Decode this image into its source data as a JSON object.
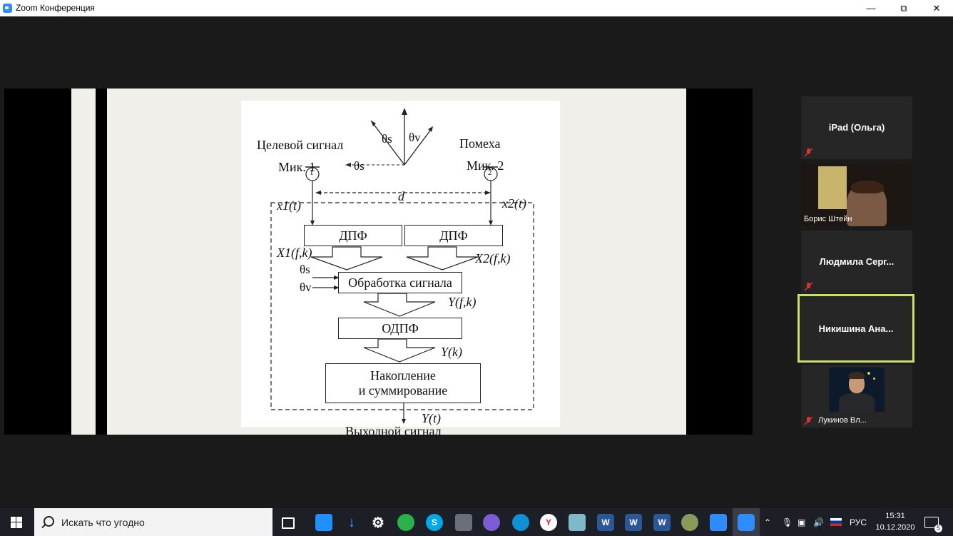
{
  "window": {
    "title": "Zoom Конференция"
  },
  "slide": {
    "target_label": "Целевой сигнал",
    "noise_label": "Помеха",
    "mic1_label": "Мик. 1",
    "mic2_label": "Мик. 2",
    "mic1_num": "1",
    "mic2_num": "2",
    "theta_s": "θs",
    "theta_v": "θv",
    "distance": "d",
    "x1": "x1(t)",
    "x2": "x2(t)",
    "dft1": "ДПФ",
    "dft2": "ДПФ",
    "X1": "X1(f,k)",
    "X2": "X2(f,k)",
    "processing": "Обработка сигнала",
    "Yfk": "Y(f,k)",
    "idft": "ОДПФ",
    "Yk": "Y(k)",
    "accum_line1": "Накопление",
    "accum_line2": "и суммирование",
    "Yt": "Y(t)",
    "output": "Выходной сигнал"
  },
  "participants": [
    {
      "name": "iPad (Ольга)",
      "muted": true,
      "video": false
    },
    {
      "name": "Борис Штейн",
      "muted": false,
      "video": true
    },
    {
      "name": "Людмила  Серг...",
      "muted": true,
      "video": false
    },
    {
      "name": "Никишина  Ана...",
      "muted": false,
      "video": false,
      "active_speaker": true
    },
    {
      "name": "Лукинов Вл...",
      "muted": true,
      "video": true
    }
  ],
  "taskbar": {
    "search_placeholder": "Искать что угодно",
    "language": "РУС",
    "time": "15:31",
    "date": "10.12.2020",
    "notifications": "5"
  },
  "colors": {
    "active_speaker": "#c6e26b",
    "zoom_blue": "#2d8cff",
    "mute_red": "#e03030"
  }
}
